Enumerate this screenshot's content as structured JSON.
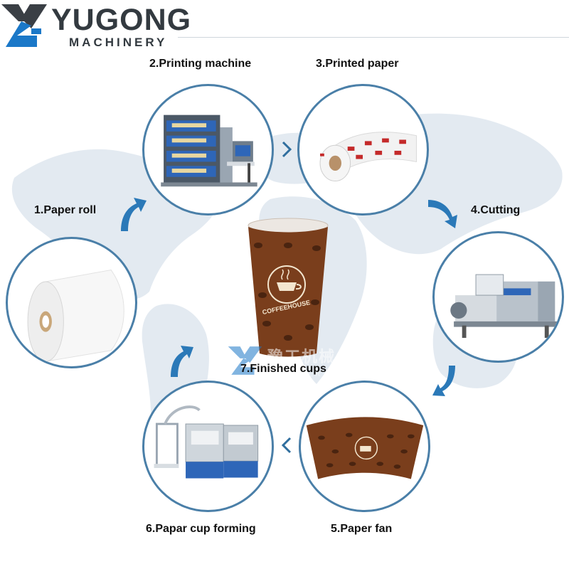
{
  "brand": {
    "name": "YUGONG",
    "subtitle": "MACHINERY",
    "watermark_cn": "豫工机械",
    "watermark_en": "YUGONG MACHINERY",
    "logo_colors": {
      "dark": "#3a3f45",
      "blue": "#1b78c8"
    }
  },
  "steps": [
    {
      "label": "1.Paper roll",
      "icon": "paper-roll-icon"
    },
    {
      "label": "2.Printing machine",
      "icon": "printing-machine-icon"
    },
    {
      "label": "3.Printed paper",
      "icon": "printed-paper-icon"
    },
    {
      "label": "4.Cutting",
      "icon": "cutting-machine-icon"
    },
    {
      "label": "5.Paper fan",
      "icon": "paper-fan-icon"
    },
    {
      "label": "6.Papar cup forming",
      "icon": "cup-forming-machine-icon"
    }
  ],
  "center": {
    "label": "7.Finished cups",
    "cup_text": "COFFEEHOUSE"
  },
  "colors": {
    "circle_border": "#4a7fa8",
    "arrow": "#2b79b8",
    "chevron": "#2f6e9e",
    "map": "#dfe7ef",
    "coffee": "#7a3e1c"
  }
}
